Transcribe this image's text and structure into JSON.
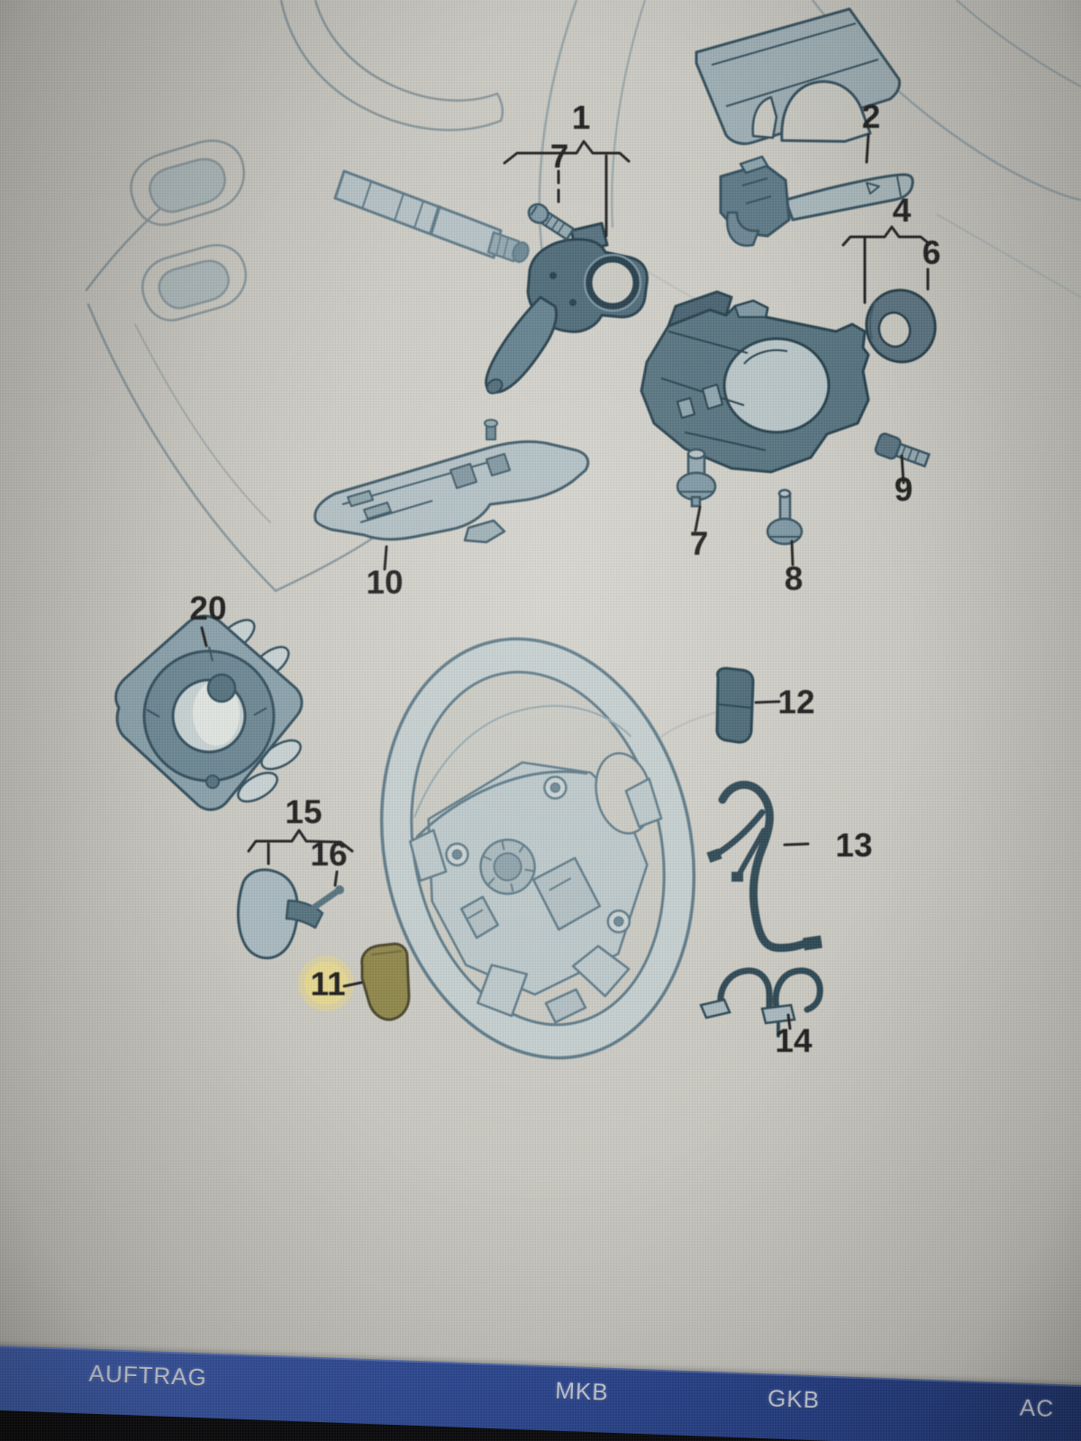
{
  "diagram": {
    "callouts": [
      {
        "id": "1",
        "label": "1"
      },
      {
        "id": "7-top",
        "label": "7"
      },
      {
        "id": "2",
        "label": "2"
      },
      {
        "id": "4",
        "label": "4"
      },
      {
        "id": "6",
        "label": "6"
      },
      {
        "id": "7",
        "label": "7"
      },
      {
        "id": "8",
        "label": "8"
      },
      {
        "id": "9",
        "label": "9"
      },
      {
        "id": "10",
        "label": "10"
      },
      {
        "id": "11",
        "label": "11",
        "highlighted": true
      },
      {
        "id": "12",
        "label": "12"
      },
      {
        "id": "13",
        "label": "13"
      },
      {
        "id": "14",
        "label": "14"
      },
      {
        "id": "15",
        "label": "15"
      },
      {
        "id": "16",
        "label": "16"
      },
      {
        "id": "20",
        "label": "20"
      }
    ],
    "highlight_colors": {
      "part_fill": "#8f874a",
      "label_halo": "#e8d88c"
    }
  },
  "footer": {
    "fields": [
      {
        "label": "AUFTRAG"
      },
      {
        "label": "MKB"
      },
      {
        "label": "GKB"
      },
      {
        "label": "AC"
      }
    ],
    "bar_color": "#2d4a95",
    "text_color": "#c6cbd8"
  }
}
